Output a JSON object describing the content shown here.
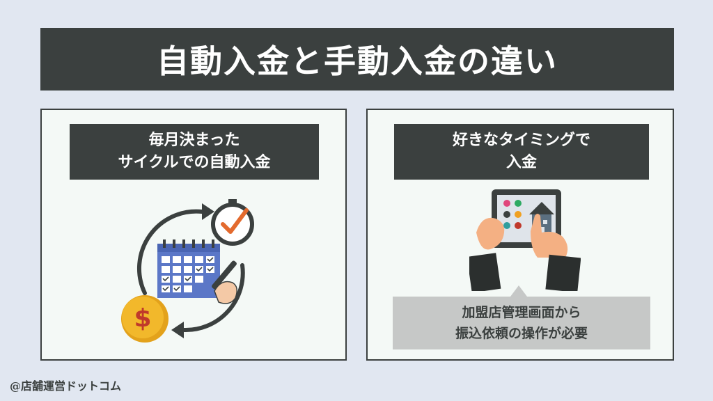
{
  "title": "自動入金と手動入金の違い",
  "left_panel": {
    "header_line1": "毎月決まった",
    "header_line2": "サイクルでの自動入金",
    "icons": [
      "cycle-arrow-icon",
      "clock-check-icon",
      "calendar-icon",
      "pen-hand-icon",
      "coin-dollar-icon"
    ]
  },
  "right_panel": {
    "header_line1": "好きなタイミングで",
    "header_line2": "入金",
    "callout_line1": "加盟店管理画面から",
    "callout_line2": "振込依頼の操作が必要",
    "icons": [
      "tablet-hands-icon"
    ]
  },
  "credit": "@店舗運営ドットコム",
  "colors": {
    "dark": "#3b403f",
    "background": "#e1e7f1",
    "panel": "#f4f9f6",
    "callout": "#c6c8c7",
    "coin": "#f2b82b",
    "calendar": "#5b77c7",
    "check": "#e36a2e"
  }
}
